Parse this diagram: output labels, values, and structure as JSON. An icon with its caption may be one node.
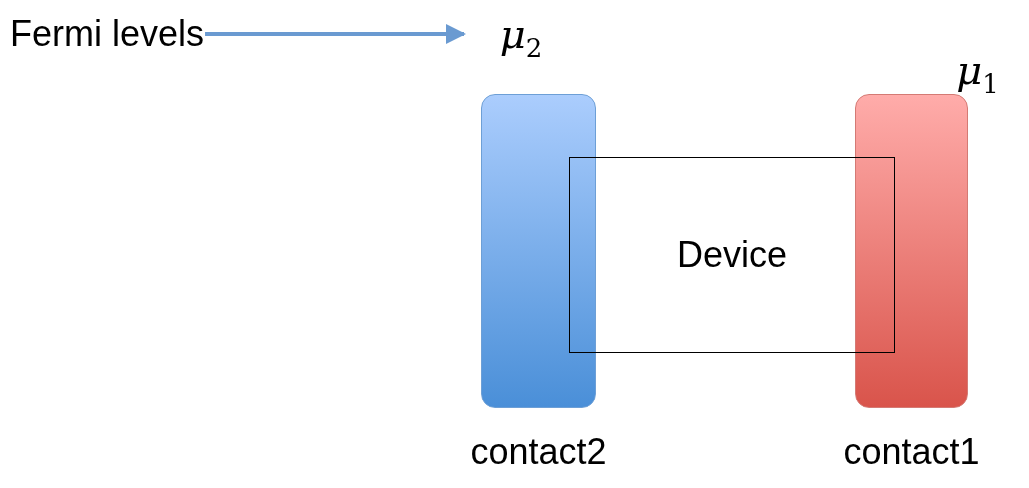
{
  "diagram": {
    "nodes": [
      {
        "text": [
          "Fermi levels"
        ]
      },
      {
        "text": [
          "μ$_{2}$"
        ]
      },
      {
        "text": [
          "contact2"
        ]
      },
      {
        "text": [
          "Device"
        ]
      },
      {
        "text": [
          "contact1"
        ]
      }
    ],
    "edges": [
      {
        "from": 0,
        "to": 1,
        "arrow": "to"
      }
    ],
    "labels": [
      "μ$_{1}$"
    ]
  }
}
